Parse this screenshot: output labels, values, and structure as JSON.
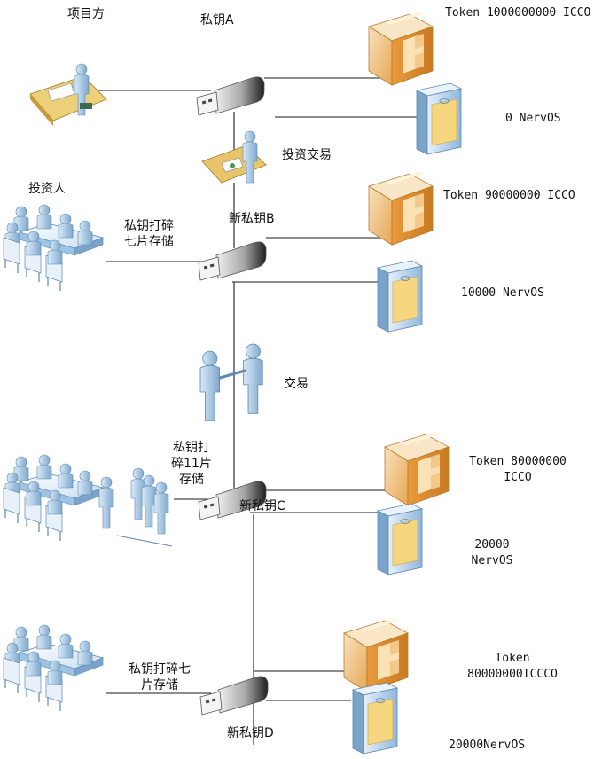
{
  "labels": {
    "project_party": "项目方",
    "key_a": "私钥A",
    "investment_trade": "投资交易",
    "investors": "投资人",
    "key_b": "新私钥B",
    "shard_b_line1": "私钥打碎",
    "shard_b_line2": "七片存储",
    "trade": "交易",
    "shard_c_line1": "私钥打",
    "shard_c_line2": "碎11片",
    "shard_c_line3": "存储",
    "key_c": "新私钥C",
    "shard_d_line1": "私钥打碎七",
    "shard_d_line2": "片存储",
    "key_d": "新私钥D"
  },
  "balances": {
    "a_token": "Token 1000000000 ICCO",
    "a_nervos": "0 NervOS",
    "b_token": "Token 90000000 ICCO",
    "b_nervos": "10000 NervOS",
    "c_token_line1": "Token 80000000",
    "c_token_line2": "ICCO",
    "c_nervos_line1": "20000",
    "c_nervos_line2": "NervOS",
    "d_token_line1": "Token",
    "d_token_line2": "80000000ICCCO",
    "d_nervos": "20000NervOS"
  },
  "colors": {
    "line": "#1a1a1a",
    "usb_dark": "#2b2b2b",
    "usb_light": "#d9d9d9",
    "box_orange": "#e9a14a",
    "box_light": "#f6d9a6",
    "server_blue": "#a9cbe8",
    "server_screen": "#f7d98a",
    "person_blue": "#9ec4e4",
    "desk_tan": "#e9c26a"
  },
  "icons": [
    "usb-key-icon",
    "token-box-icon",
    "nervos-server-icon",
    "project-desk-icon",
    "investment-desk-icon",
    "investor-meeting-icon",
    "handshake-icon",
    "people-group-icon"
  ]
}
